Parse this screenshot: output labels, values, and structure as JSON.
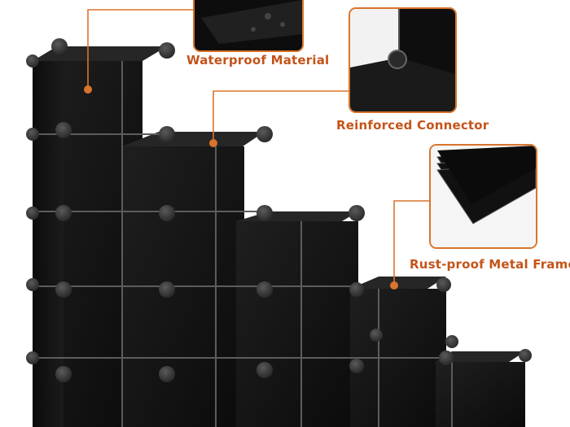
{
  "product": {
    "description": "Black cube storage organizer shelving unit with connectors",
    "colors": {
      "accent": "#d9742c",
      "label": "#c4541a",
      "panel": "#151515",
      "connector": "#3a3a3a"
    }
  },
  "callouts": [
    {
      "label": "Waterproof Material",
      "icon": "panel-corner-closeup"
    },
    {
      "label": "Reinforced Connector",
      "icon": "connector-closeup"
    },
    {
      "label": "Rust-proof Metal Frame",
      "icon": "metal-frame-layers-closeup"
    }
  ]
}
